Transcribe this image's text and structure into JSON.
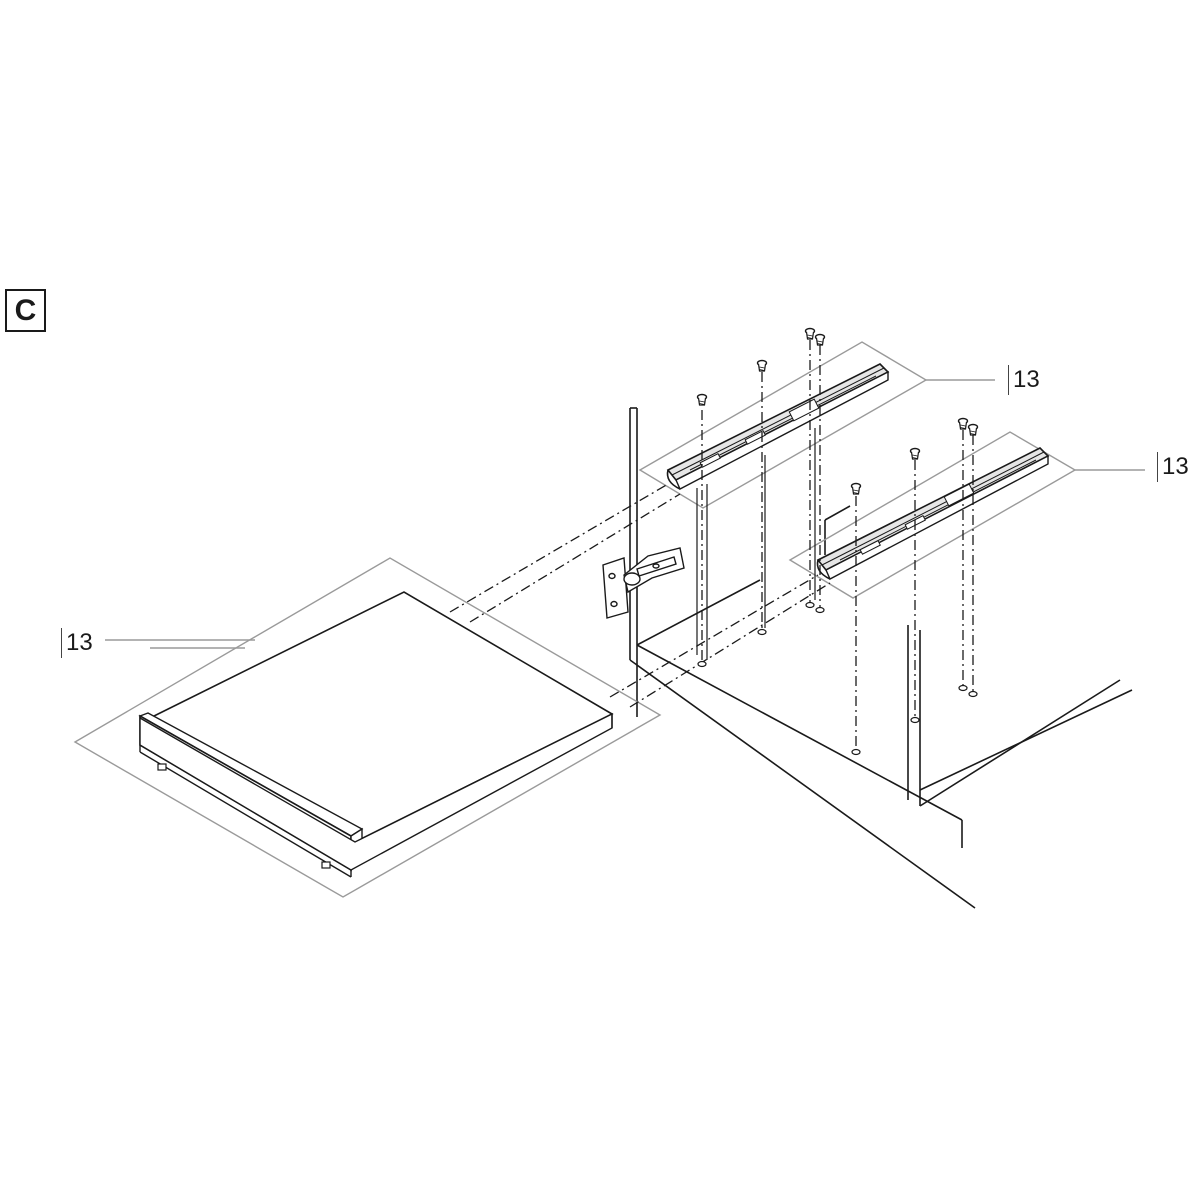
{
  "step": {
    "label": "C"
  },
  "callouts": [
    {
      "id": "rail-top",
      "label": "13"
    },
    {
      "id": "rail-bottom",
      "label": "13"
    },
    {
      "id": "drawer",
      "label": "13"
    }
  ],
  "colors": {
    "line": "#1a1a1a",
    "guide": "#9a9a9a",
    "rail_fill": "#e6e6e6"
  }
}
